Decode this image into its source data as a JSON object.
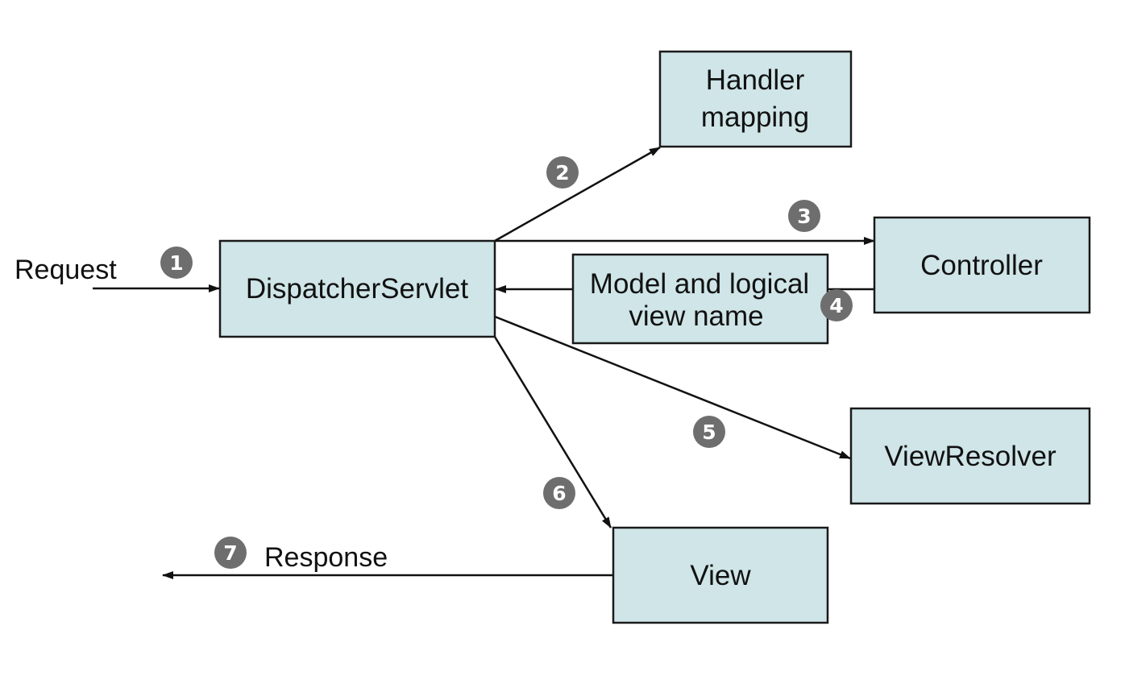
{
  "nodes": {
    "dispatcher": "DispatcherServlet",
    "handler_mapping": [
      "Handler",
      "mapping"
    ],
    "controller": "Controller",
    "model_view_name": [
      "Model and logical",
      "view name"
    ],
    "view_resolver": "ViewResolver",
    "view": "View"
  },
  "labels": {
    "request": "Request",
    "response": "Response"
  },
  "steps": [
    "1",
    "2",
    "3",
    "4",
    "5",
    "6",
    "7"
  ],
  "colors": {
    "box_fill": "#cfe5e8",
    "stroke": "#111111",
    "badge": "#6e6e6e"
  }
}
